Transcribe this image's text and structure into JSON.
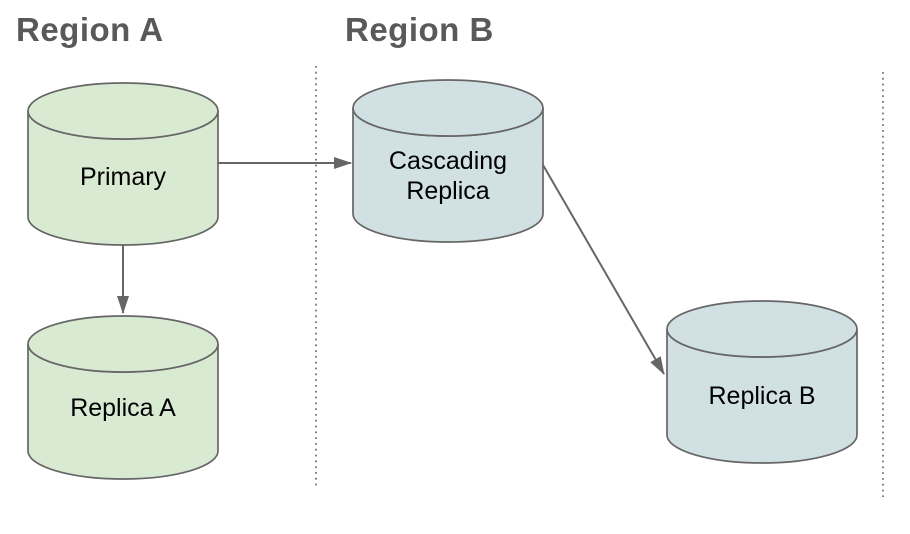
{
  "colors": {
    "background": "#ffffff",
    "region_label_text": "#595959",
    "node_label_text": "#000000",
    "shape_stroke": "#666666",
    "arrow": "#666666",
    "boundary_line": "#666666",
    "region_a_fill": "#d9ead3",
    "region_b_fill": "#d0e0e3"
  },
  "diagram": {
    "regions": [
      {
        "label": "Region A"
      },
      {
        "label": "Region B"
      }
    ],
    "nodes": [
      {
        "id": "primary",
        "label": "Primary",
        "shape": "database-cylinder",
        "region": "Region A",
        "fill": "#d9ead3"
      },
      {
        "id": "cascading-replica",
        "label": "Cascading Replica",
        "shape": "database-cylinder",
        "region": "Region B",
        "fill": "#d0e0e3"
      },
      {
        "id": "replica-a",
        "label": "Replica A",
        "shape": "database-cylinder",
        "region": "Region A",
        "fill": "#d9ead3"
      },
      {
        "id": "replica-b",
        "label": "Replica B",
        "shape": "database-cylinder",
        "region": "Region B",
        "fill": "#d0e0e3"
      }
    ],
    "edges": [
      {
        "from": "Primary",
        "to": "Cascading Replica",
        "style": "solid-arrow"
      },
      {
        "from": "Primary",
        "to": "Replica A",
        "style": "solid-arrow"
      },
      {
        "from": "Cascading Replica",
        "to": "Replica B",
        "style": "solid-arrow"
      }
    ]
  }
}
